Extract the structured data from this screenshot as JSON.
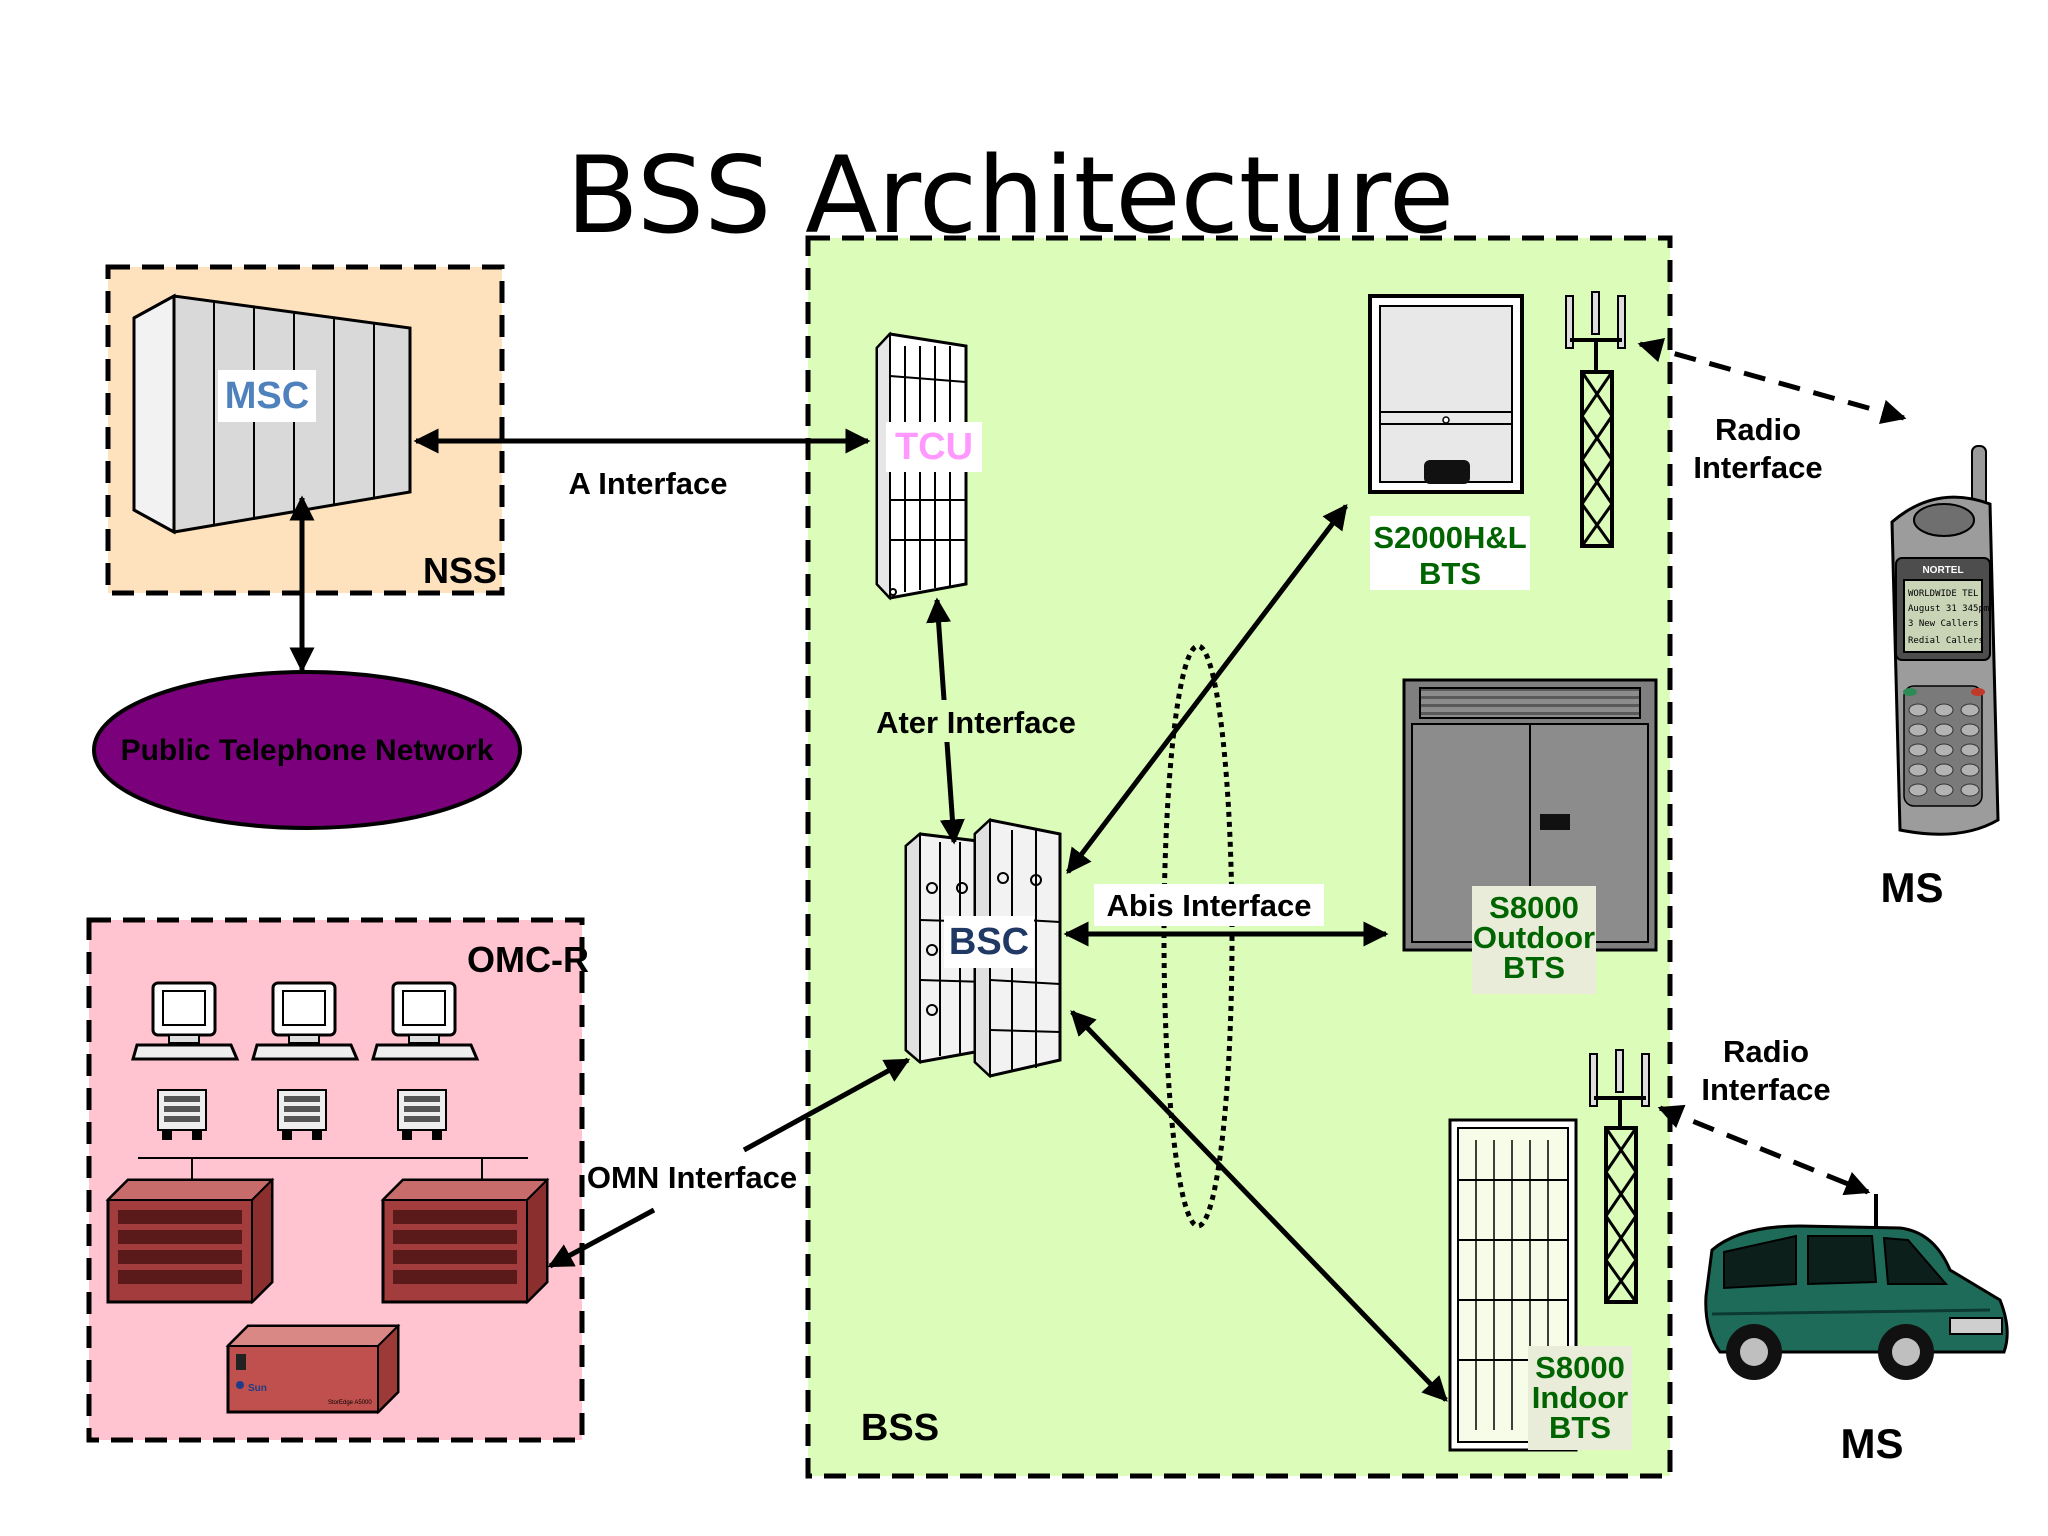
{
  "title": "BSS Architecture",
  "regions": {
    "nss": "NSS",
    "bss": "BSS",
    "omc": "OMC-R"
  },
  "nodes": {
    "msc": "MSC",
    "tcu": "TCU",
    "bsc": "BSC",
    "public_network": "Public Telephone Network",
    "bts_s2000_line1": "S2000H&L",
    "bts_s2000_line2": "BTS",
    "bts_outdoor_line1": "S8000",
    "bts_outdoor_line2": "Outdoor",
    "bts_outdoor_line3": "BTS",
    "bts_indoor_line1": "S8000",
    "bts_indoor_line2": "Indoor",
    "bts_indoor_line3": "BTS",
    "ms_phone": "MS",
    "ms_car": "MS"
  },
  "interfaces": {
    "a": "A Interface",
    "ater": "Ater Interface",
    "abis": "Abis Interface",
    "omn": "OMN Interface",
    "radio_top_line1": "Radio",
    "radio_top_line2": "Interface",
    "radio_bottom_line1": "Radio",
    "radio_bottom_line2": "Interface"
  },
  "device_text": {
    "phone_brand": "NORTEL",
    "phone_screen_line1": "WORLDWIDE TEL",
    "phone_screen_line2": "August 31  345pm",
    "phone_screen_line3": "3 New Callers",
    "phone_screen_line4": "Redial      Callers",
    "storage_brand": "Sun",
    "storage_model": "StorEdge A5000"
  },
  "colors": {
    "nss_fill": "#fde2bd",
    "bss_fill": "#dcfdba",
    "omc_fill": "#ffc4cf",
    "network_fill": "#7b007b",
    "msc_text": "#4f81bd",
    "tcu_text": "#ff99ff",
    "bsc_text": "#1f3864",
    "bts_text": "#006400"
  }
}
